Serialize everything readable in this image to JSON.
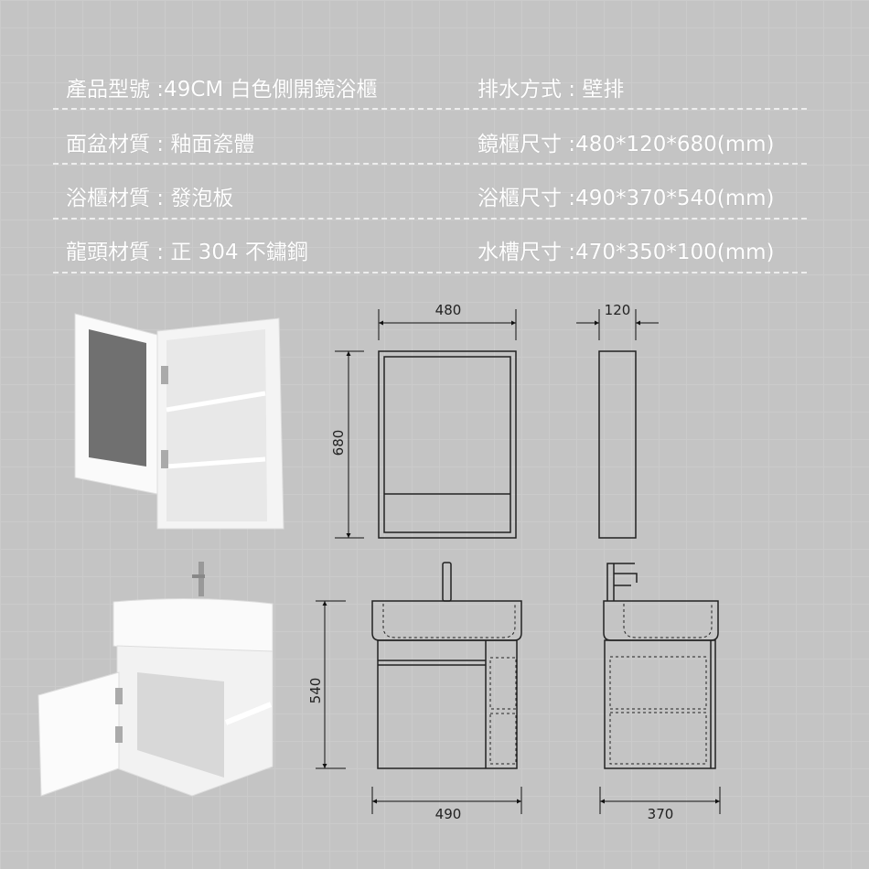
{
  "specs": {
    "left": [
      "產品型號 :49CM 白色側開鏡浴櫃",
      "面盆材質 : 釉面瓷體",
      "浴櫃材質 : 發泡板",
      "龍頭材質 : 正 304 不鏽鋼"
    ],
    "right": [
      "排水方式 : 壁排",
      "鏡櫃尺寸 :480*120*680(mm)",
      "浴櫃尺寸 :490*370*540(mm)",
      "水槽尺寸 :470*350*100(mm)"
    ]
  },
  "dimensions": {
    "mirror_width": "480",
    "mirror_depth": "120",
    "mirror_height": "680",
    "vanity_height": "540",
    "vanity_width": "490",
    "vanity_depth": "370"
  },
  "colors": {
    "text": "#ffffff",
    "background": "#c4c4c4",
    "line": "#222222"
  }
}
